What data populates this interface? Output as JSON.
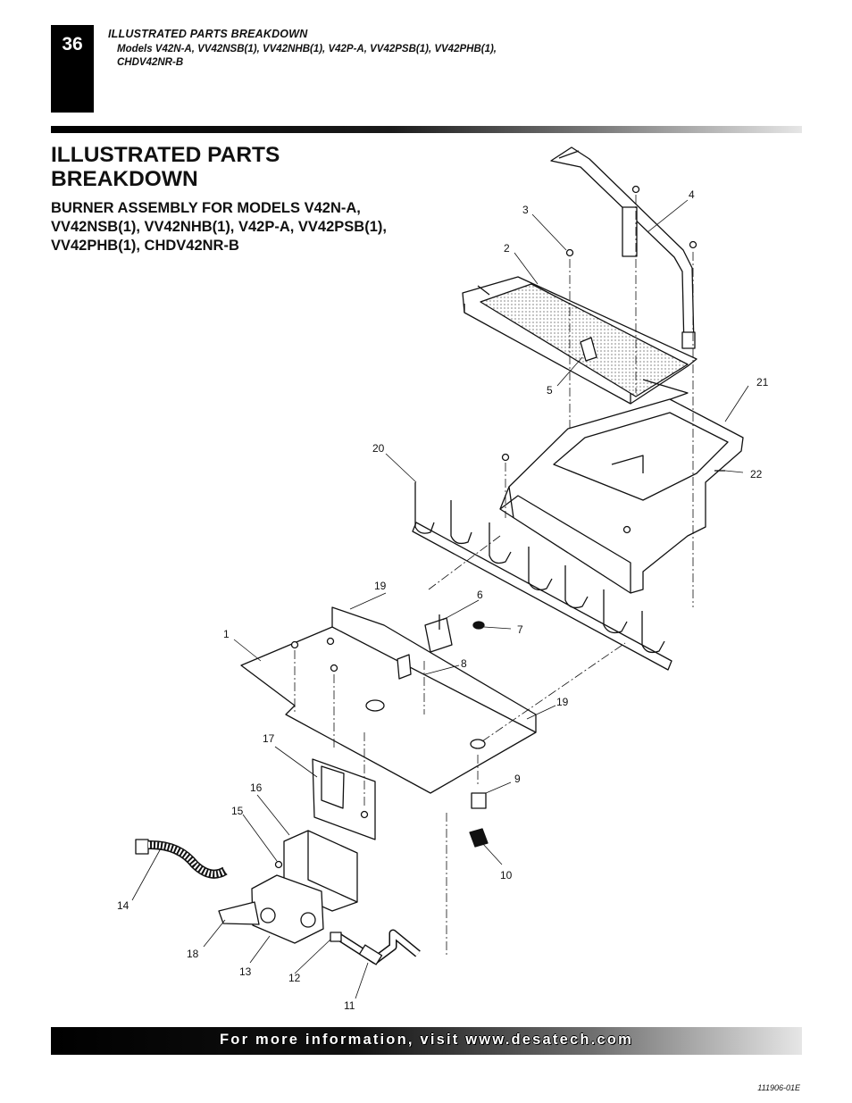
{
  "header": {
    "page_number": "36",
    "section_title": "ILLUSTRATED PARTS BREAKDOWN",
    "models": "Models V42N-A, VV42NSB(1), VV42NHB(1), V42P-A, VV42PSB(1), VV42PHB(1), CHDV42NR-B"
  },
  "main": {
    "title": "ILLUSTRATED PARTS BREAKDOWN",
    "subtitle": "BURNER ASSEMBLY FOR MODELS V42N-A, VV42NSB(1), VV42NHB(1), V42P-A, VV42PSB(1), VV42PHB(1), CHDV42NR-B"
  },
  "diagram": {
    "callouts": [
      "1",
      "2",
      "3",
      "4",
      "5",
      "6",
      "7",
      "8",
      "9",
      "10",
      "11",
      "12",
      "13",
      "14",
      "15",
      "16",
      "17",
      "18",
      "19",
      "19",
      "20",
      "21",
      "22"
    ]
  },
  "footer": {
    "text": "For more information, visit www.desatech.com",
    "doc_code": "111906-01E"
  }
}
